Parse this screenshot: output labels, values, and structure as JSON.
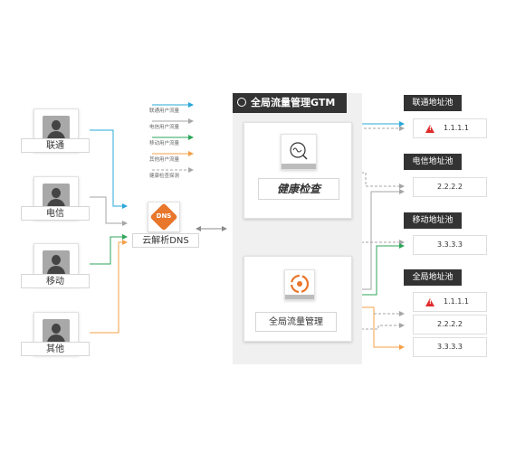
{
  "users": [
    {
      "label": "联通",
      "icon": "user-avatar-icon"
    },
    {
      "label": "电信",
      "icon": "user-avatar-icon"
    },
    {
      "label": "移动",
      "icon": "user-avatar-icon"
    },
    {
      "label": "其他",
      "icon": "user-avatar-icon"
    }
  ],
  "legend": [
    {
      "label": "联通用户流量",
      "color": "#2aa7d8",
      "style": "solid"
    },
    {
      "label": "电信用户流量",
      "color": "#a6a6a6",
      "style": "solid"
    },
    {
      "label": "移动用户流量",
      "color": "#2ea65a",
      "style": "solid"
    },
    {
      "label": "其他用户流量",
      "color": "#f5a04a",
      "style": "solid"
    },
    {
      "label": "健康检查探测",
      "color": "#a6a6a6",
      "style": "dashed"
    }
  ],
  "dns": {
    "label": "云解析DNS",
    "icon_text": "DNS",
    "icon": "dns-icon"
  },
  "gtm": {
    "title": "全局流量管理GTM",
    "health_check_label": "健康检查",
    "traffic_manager_label": "全局流量管理",
    "icons": [
      "gtm-logo-icon",
      "health-check-icon",
      "traffic-manager-icon"
    ]
  },
  "pools": [
    {
      "title": "联通地址池",
      "addresses": [
        {
          "ip": "1.1.1.1",
          "warning": true
        }
      ]
    },
    {
      "title": "电信地址池",
      "addresses": [
        {
          "ip": "2.2.2.2",
          "warning": false
        }
      ]
    },
    {
      "title": "移动地址池",
      "addresses": [
        {
          "ip": "3.3.3.3",
          "warning": false
        }
      ]
    },
    {
      "title": "全局地址池",
      "addresses": [
        {
          "ip": "1.1.1.1",
          "warning": true
        },
        {
          "ip": "2.2.2.2",
          "warning": false
        },
        {
          "ip": "3.3.3.3",
          "warning": false
        }
      ]
    }
  ],
  "colors": {
    "unicom": "#2aa7d8",
    "telecom": "#a6a6a6",
    "mobile": "#2ea65a",
    "other": "#f5a04a",
    "dark": "#333333",
    "dns_orange": "#e8762b",
    "warning_red": "#e02b2b"
  }
}
